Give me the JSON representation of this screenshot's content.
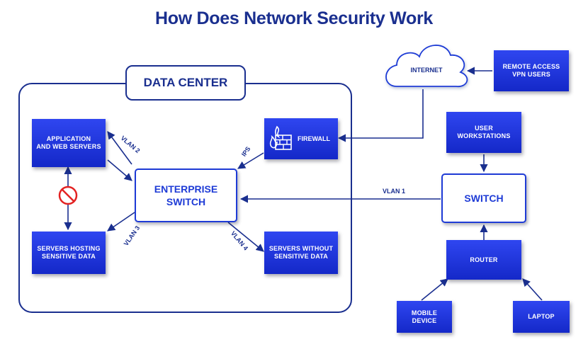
{
  "title": "How Does Network Security Work",
  "colors": {
    "accent": "#1e3bd6",
    "dark": "#1a2f8f",
    "node": "#1f36e0",
    "forbidden": "#e32222"
  },
  "data_center": {
    "label": "DATA CENTER"
  },
  "nodes": {
    "app_servers": "APPLICATION\nAND WEB SERVERS",
    "sensitive_servers": "SERVERS HOSTING\nSENSITIVE DATA",
    "nonsensitive_servers": "SERVERS WITHOUT\nSENSITIVE DATA",
    "firewall": "FIREWALL",
    "enterprise_switch": "ENTERPRISE\nSWITCH",
    "internet": "INTERNET",
    "remote_access": "REMOTE ACCESS\nVPN USERS",
    "user_workstations": "USER\nWORKSTATIONS",
    "switch": "SWITCH",
    "router": "ROUTER",
    "mobile_device": "MOBILE\nDEVICE",
    "laptop": "LAPTOP"
  },
  "edge_labels": {
    "vlan1": "VLAN 1",
    "vlan2": "VLAN 2",
    "vlan3": "VLAN 3",
    "vlan4": "VLAN 4",
    "ips": "IPS"
  },
  "icons": {
    "firewall": "firewall-brick-flame-icon",
    "blocked": "no-entry-icon",
    "internet": "cloud-icon"
  }
}
